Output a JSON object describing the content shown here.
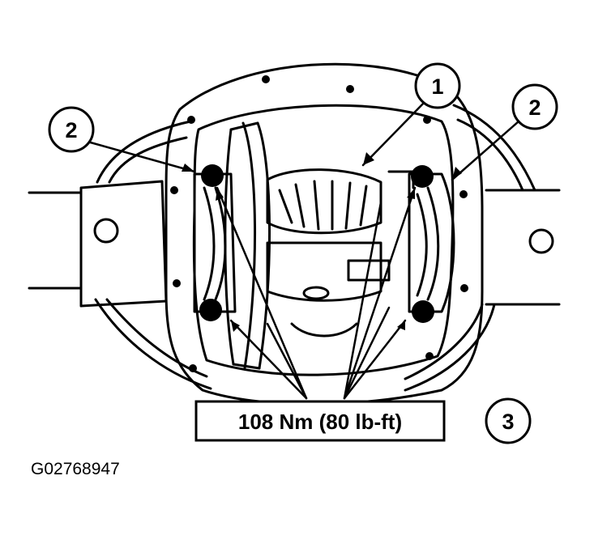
{
  "callouts": [
    {
      "id": "1",
      "text": "1"
    },
    {
      "id": "2-left",
      "text": "2"
    },
    {
      "id": "2-right",
      "text": "2"
    },
    {
      "id": "3",
      "text": "3"
    }
  ],
  "torque_spec": "108 Nm (80 lb-ft)",
  "figure_code": "G02768947",
  "colors": {
    "ink": "#000000",
    "paper": "#ffffff"
  }
}
